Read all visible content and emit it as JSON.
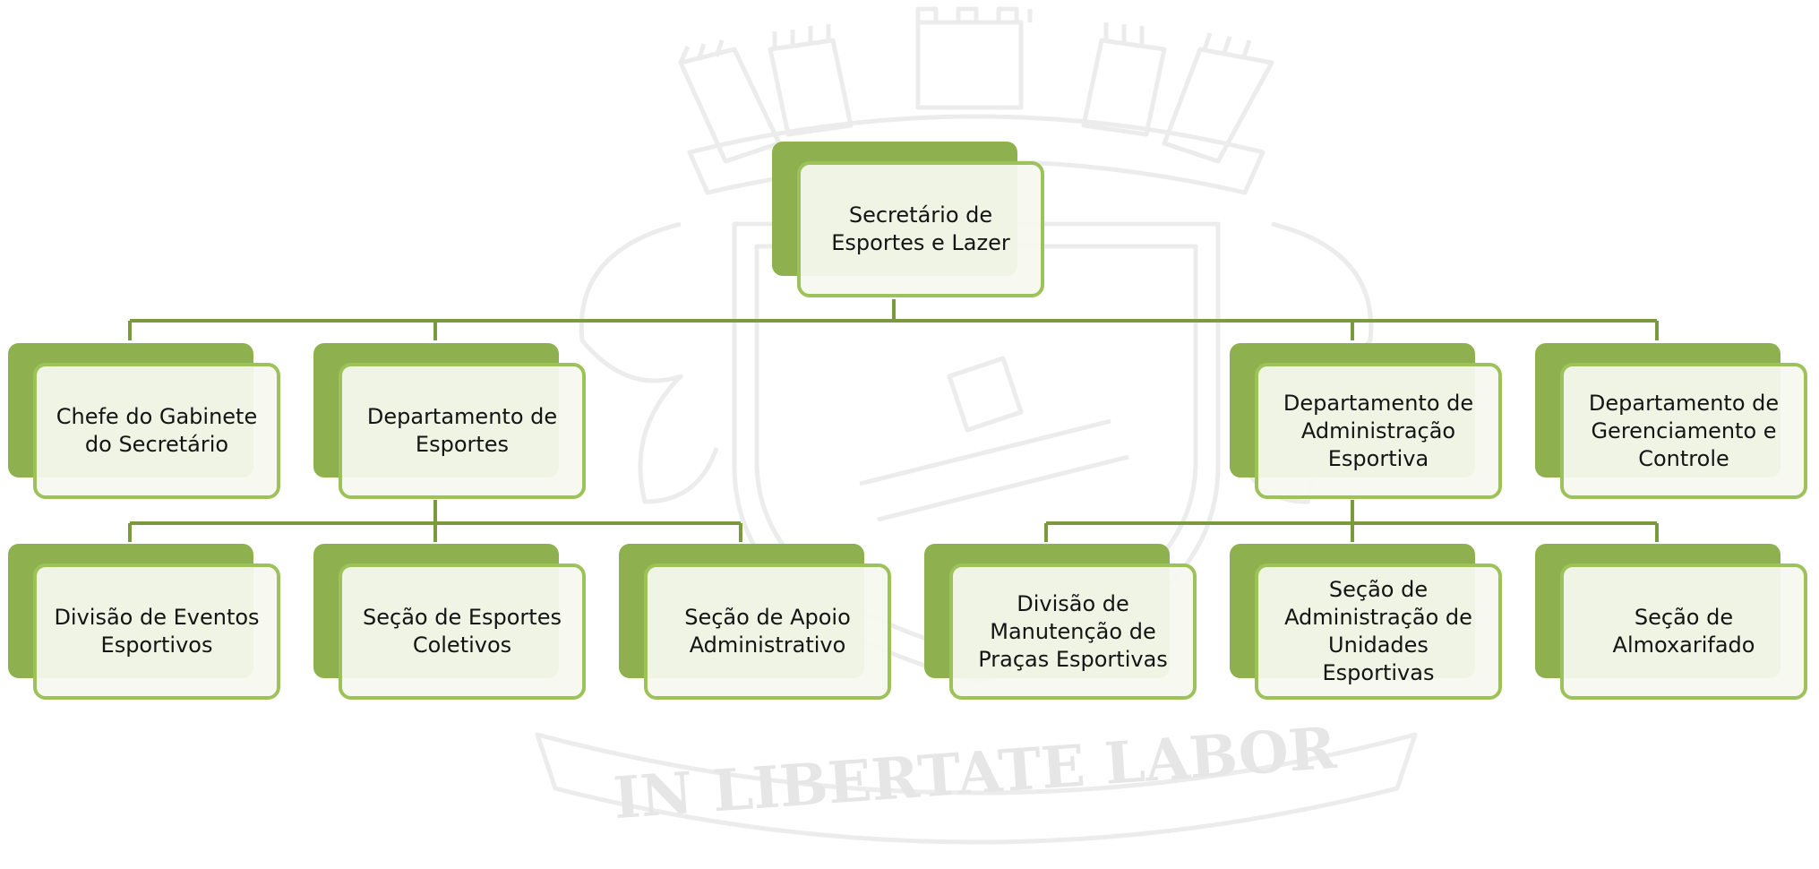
{
  "watermark": {
    "motto": "IN LIBERTATE LABOR",
    "icon": "municipal-coat-of-arms"
  },
  "colors": {
    "box_back": "#8fb04f",
    "box_border": "#9dc25a",
    "box_fill": "#f6f9f0",
    "connector": "#7b9a3f",
    "text": "#141414"
  },
  "org_chart": {
    "root": {
      "label": "Secretário de\nEsportes e Lazer"
    },
    "level1": [
      {
        "id": "chefe-gabinete",
        "label": "Chefe do Gabinete\ndo Secretário"
      },
      {
        "id": "dep-esportes",
        "label": "Departamento de\nEsportes"
      },
      {
        "id": "dep-admin-esportiva",
        "label": "Departamento de\nAdministração\nEsportiva"
      },
      {
        "id": "dep-gerenciamento",
        "label": "Departamento de\nGerenciamento e\nControle"
      }
    ],
    "level2_dep_esportes": [
      {
        "id": "div-eventos",
        "label": "Divisão de Eventos\nEsportivos"
      },
      {
        "id": "sec-coletivos",
        "label": "Seção de Esportes\nColetivos"
      },
      {
        "id": "sec-apoio",
        "label": "Seção de Apoio\nAdministrativo"
      }
    ],
    "level2_dep_admin": [
      {
        "id": "div-manutencao",
        "label": "Divisão de\nManutenção de\nPraças Esportivas"
      },
      {
        "id": "sec-unidades",
        "label": "Seção de\nAdministração de\nUnidades\nEsportivas"
      },
      {
        "id": "sec-almoxarifado",
        "label": "Seção de\nAlmoxarifado"
      }
    ]
  }
}
